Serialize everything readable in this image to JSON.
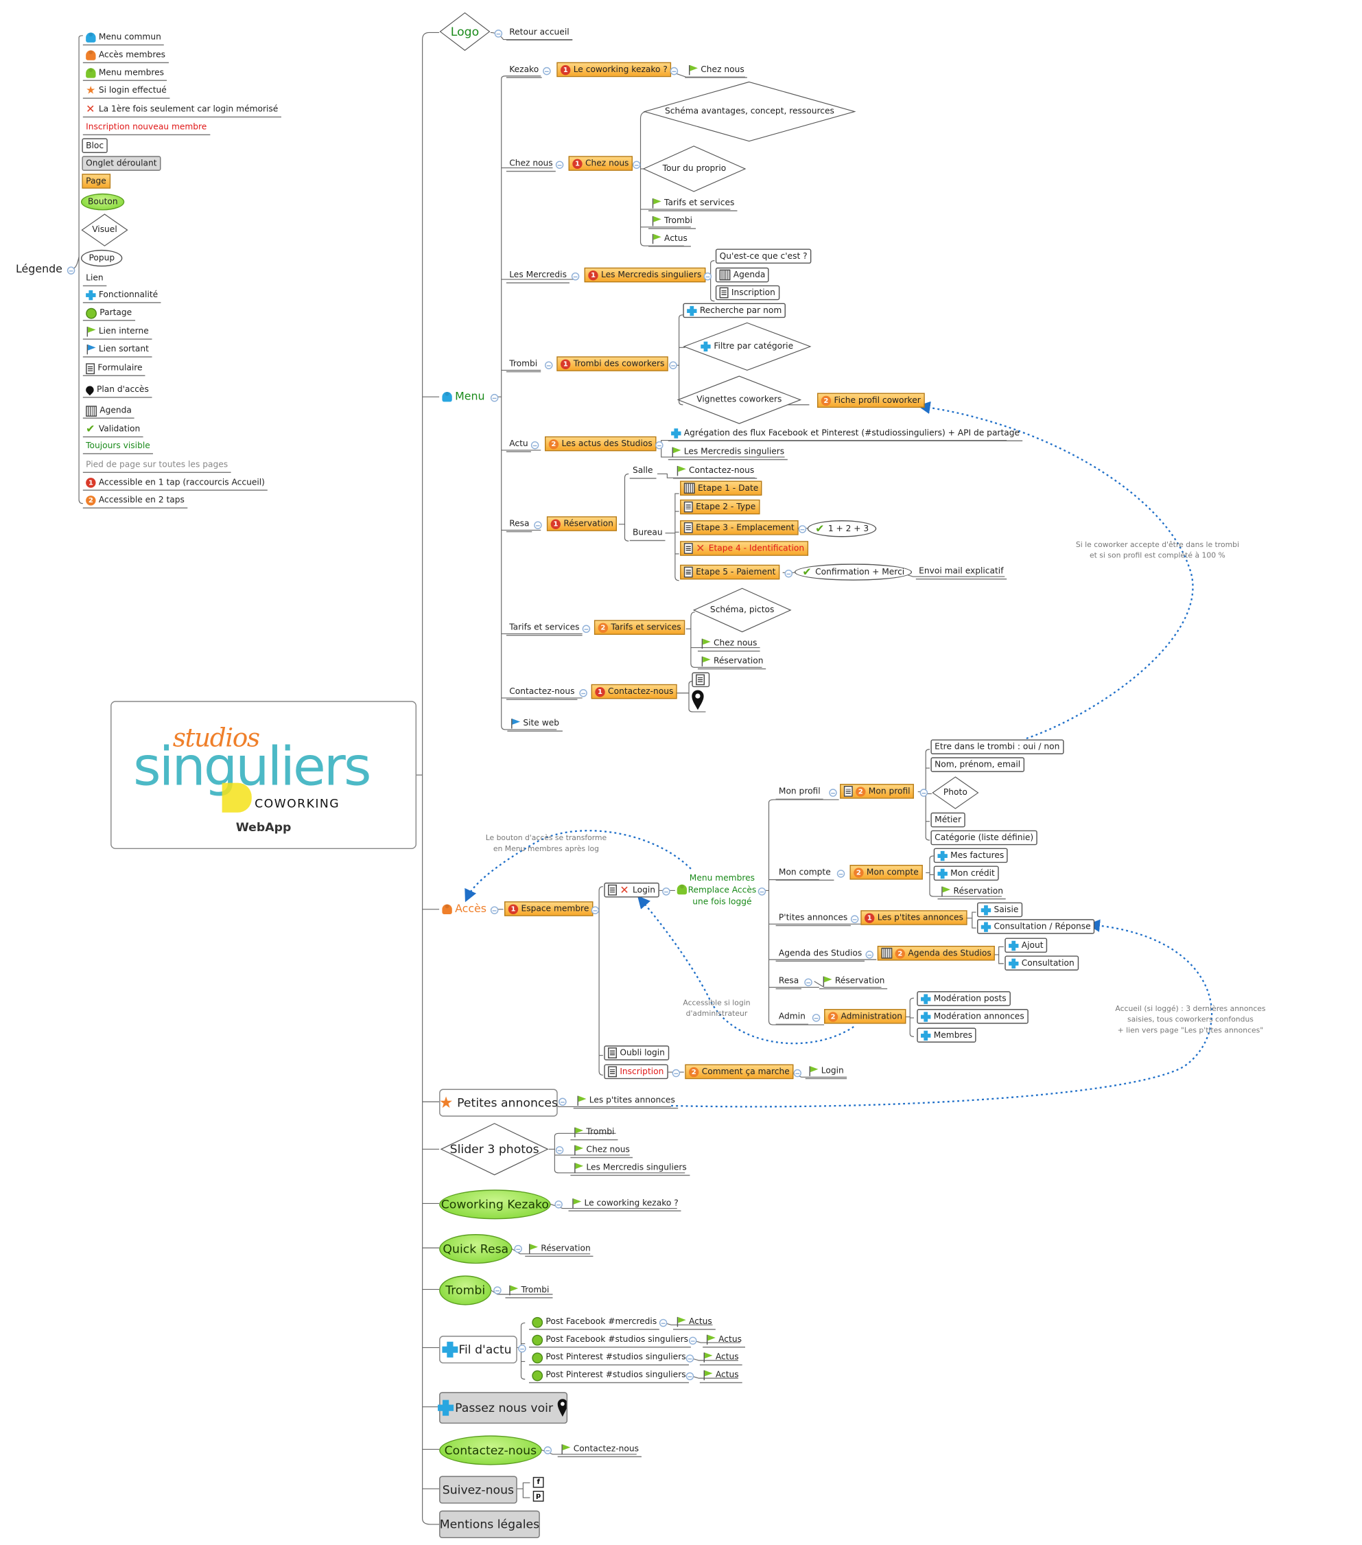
{
  "legend": {
    "title": "Légende",
    "items": [
      {
        "icon": "person-blue-icon",
        "label": "Menu commun"
      },
      {
        "icon": "person-orange-icon",
        "label": "Accès membres"
      },
      {
        "icon": "person-green-icon",
        "label": "Menu membres"
      },
      {
        "icon": "star-icon",
        "label": "Si login effectué"
      },
      {
        "icon": "cross-icon",
        "label": "La 1ère fois seulement car login mémorisé"
      },
      {
        "icon": "",
        "label": "Inscription nouveau membre"
      },
      {
        "icon": "",
        "label": "Bloc"
      },
      {
        "icon": "",
        "label": "Onglet déroulant"
      },
      {
        "icon": "",
        "label": "Page"
      },
      {
        "icon": "",
        "label": "Bouton"
      },
      {
        "icon": "",
        "label": "Visuel"
      },
      {
        "icon": "",
        "label": "Popup"
      },
      {
        "icon": "",
        "label": "Lien"
      },
      {
        "icon": "plus-icon",
        "label": "Fonctionnalité"
      },
      {
        "icon": "smiley-icon",
        "label": "Partage"
      },
      {
        "icon": "flag-green-icon",
        "label": "Lien interne"
      },
      {
        "icon": "flag-blue-icon",
        "label": "Lien sortant"
      },
      {
        "icon": "form-icon",
        "label": "Formulaire"
      },
      {
        "icon": "map-pin-icon",
        "label": "Plan d'accès"
      },
      {
        "icon": "calendar-icon",
        "label": "Agenda"
      },
      {
        "icon": "checkmark-icon",
        "label": "Validation"
      },
      {
        "icon": "",
        "label": "Toujours visible"
      },
      {
        "icon": "",
        "label": "Pied de page sur toutes les pages"
      },
      {
        "icon": "priority-1-icon",
        "label": "Accessible en 1 tap (raccourcis Accueil)"
      },
      {
        "icon": "priority-2-icon",
        "label": "Accessible en 2 taps"
      }
    ]
  },
  "central": {
    "logo_top": "studios",
    "logo_main": "singuliers",
    "logo_sub": "COWORKING",
    "title": "WebApp"
  },
  "colors": {
    "accent_blue": "#29a6e0",
    "accent_orange": "#ef7f2a",
    "accent_green": "#7cc52a",
    "link_blue": "#1f6fc8"
  },
  "logo_branch": {
    "label": "Logo",
    "child": "Retour accueil"
  },
  "menu": {
    "label": "Menu",
    "kezako": {
      "label": "Kezako",
      "page": "Le coworking kezako ?",
      "link": "Chez nous"
    },
    "cheznous": {
      "label": "Chez nous",
      "page": "Chez nous",
      "visual1": "Schéma avantages, concept, ressources",
      "visual2": "Tour du proprio",
      "links": [
        "Tarifs et services",
        "Trombi",
        "Actus"
      ]
    },
    "mercredis": {
      "label": "Les Mercredis",
      "page": "Les Mercredis singuliers",
      "children": [
        "Qu'est-ce que c'est ?",
        "Agenda",
        "Inscription"
      ]
    },
    "trombi": {
      "label": "Trombi",
      "page": "Trombi des coworkers",
      "feature1": "Recherche par nom",
      "feature2": "Filtre par catégorie",
      "visual": "Vignettes coworkers",
      "subpage": "Fiche profil coworker"
    },
    "actu": {
      "label": "Actu",
      "page": "Les actus des Studios",
      "feature": "Agrégation des flux Facebook et Pinterest (#studiossinguliers) + API de partage",
      "link": "Les Mercredis singuliers"
    },
    "resa": {
      "label": "Resa",
      "page": "Réservation",
      "salle": "Salle",
      "salle_link": "Contactez-nous",
      "bureau": "Bureau",
      "steps": [
        "Etape 1 - Date",
        "Etape 2 - Type",
        "Etape 3 - Emplacement",
        "Etape 4 - Identification",
        "Etape 5 - Paiement"
      ],
      "step3_validation": "1 + 2 + 3",
      "step5_validation": "Confirmation + Merci",
      "email": "Envoi mail explicatif"
    },
    "tarifs": {
      "label": "Tarifs et services",
      "page": "Tarifs et services",
      "visual": "Schéma, pictos",
      "links": [
        "Chez nous",
        "Réservation"
      ]
    },
    "contact": {
      "label": "Contactez-nous",
      "page": "Contactez-nous"
    },
    "site": {
      "label": "Site web"
    }
  },
  "acces": {
    "label": "Accès",
    "page": "Espace membre",
    "login": "Login",
    "menu_note": "Menu membres\nRemplace Accès\nune fois loggé",
    "profil": {
      "label": "Mon profil",
      "page": "Mon profil",
      "children": [
        "Etre dans le trombi : oui / non",
        "Nom, prénom, email",
        "Photo",
        "Métier",
        "Catégorie (liste définie)"
      ]
    },
    "compte": {
      "label": "Mon compte",
      "page": "Mon compte",
      "children": [
        "Mes factures",
        "Mon crédit",
        "Réservation"
      ]
    },
    "annonces": {
      "label": "P'tites annonces",
      "page": "Les p'tites annonces",
      "children": [
        "Saisie",
        "Consultation / Réponse"
      ]
    },
    "agenda": {
      "label": "Agenda des Studios",
      "page": "Agenda des Studios",
      "children": [
        "Ajout",
        "Consultation"
      ]
    },
    "resa": {
      "label": "Resa",
      "link": "Réservation"
    },
    "admin": {
      "label": "Admin",
      "page": "Administration",
      "children": [
        "Modération posts",
        "Modération annonces",
        "Membres"
      ]
    },
    "oubli": "Oubli login",
    "inscription": "Inscription",
    "comment": "Comment ça marche",
    "comment_link": "Login"
  },
  "notes": {
    "trombi": "Si le coworker accepte d'être dans le trombi\net si son profil est complété à 100 %",
    "bouton": "Le bouton d'accès se transforme\nen Menu membres après log",
    "admin": "Accessible si login\nd'administrateur",
    "accueil": "Accueil (si loggé) : 3 dernières annonces\nsaisies, tous coworkers confondus\n+ lien vers page \"Les p'tites annonces\""
  },
  "petites": {
    "label": "Petites annonces",
    "link": "Les p'tites annonces"
  },
  "slider": {
    "label": "Slider 3 photos",
    "links": [
      "Trombi",
      "Chez nous",
      "Les Mercredis singuliers"
    ]
  },
  "cwk": {
    "label": "Coworking Kezako",
    "link": "Le coworking kezako ?"
  },
  "quick": {
    "label": "Quick Resa",
    "link": "Réservation"
  },
  "trombi_btn": {
    "label": "Trombi",
    "link": "Trombi"
  },
  "fil": {
    "label": "Fil d'actu",
    "posts": [
      "Post Facebook #mercredis",
      "Post Facebook #studios singuliers",
      "Post Pinterest #studios singuliers",
      "Post Pinterest #studios singuliers"
    ],
    "link": "Actus"
  },
  "passez": {
    "label": "Passez nous voir"
  },
  "contact_btn": {
    "label": "Contactez-nous",
    "link": "Contactez-nous"
  },
  "suivez": {
    "label": "Suivez-nous"
  },
  "mentions": {
    "label": "Mentions légales"
  }
}
